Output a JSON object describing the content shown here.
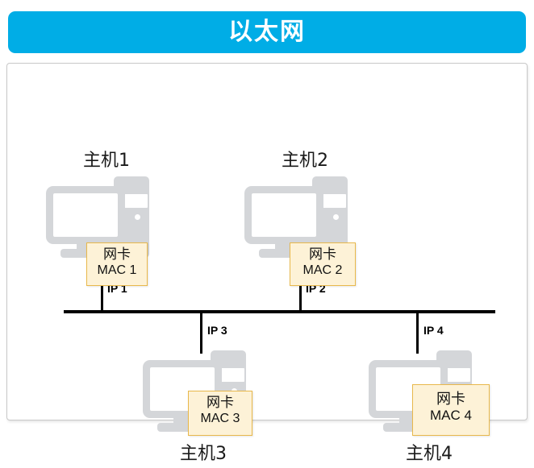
{
  "header": {
    "title": "以太网"
  },
  "colors": {
    "header_blue": "#00ade6",
    "panel_border": "#c8c8c8",
    "computer_gray": "#d4d6d9",
    "nic_fill": "#fdf2d7",
    "nic_border": "#e8b84b",
    "bus_line": "#000000"
  },
  "diagram": {
    "bus": {
      "label": "ethernet-bus",
      "connections": [
        "IP 1",
        "IP 2",
        "IP 3",
        "IP 4"
      ]
    },
    "ip_labels": [
      {
        "text": "IP 1",
        "host": "主机1"
      },
      {
        "text": "IP 2",
        "host": "主机2"
      },
      {
        "text": "IP 3",
        "host": "主机3"
      },
      {
        "text": "IP 4",
        "host": "主机4"
      }
    ],
    "hosts": [
      {
        "name": "主机1",
        "label_position": "above",
        "nic": {
          "title": "网卡",
          "mac": "MAC 1"
        }
      },
      {
        "name": "主机2",
        "label_position": "above",
        "nic": {
          "title": "网卡",
          "mac": "MAC 2"
        }
      },
      {
        "name": "主机3",
        "label_position": "below",
        "nic": {
          "title": "网卡",
          "mac": "MAC 3"
        }
      },
      {
        "name": "主机4",
        "label_position": "below",
        "nic": {
          "title": "网卡",
          "mac": "MAC 4"
        }
      }
    ]
  }
}
